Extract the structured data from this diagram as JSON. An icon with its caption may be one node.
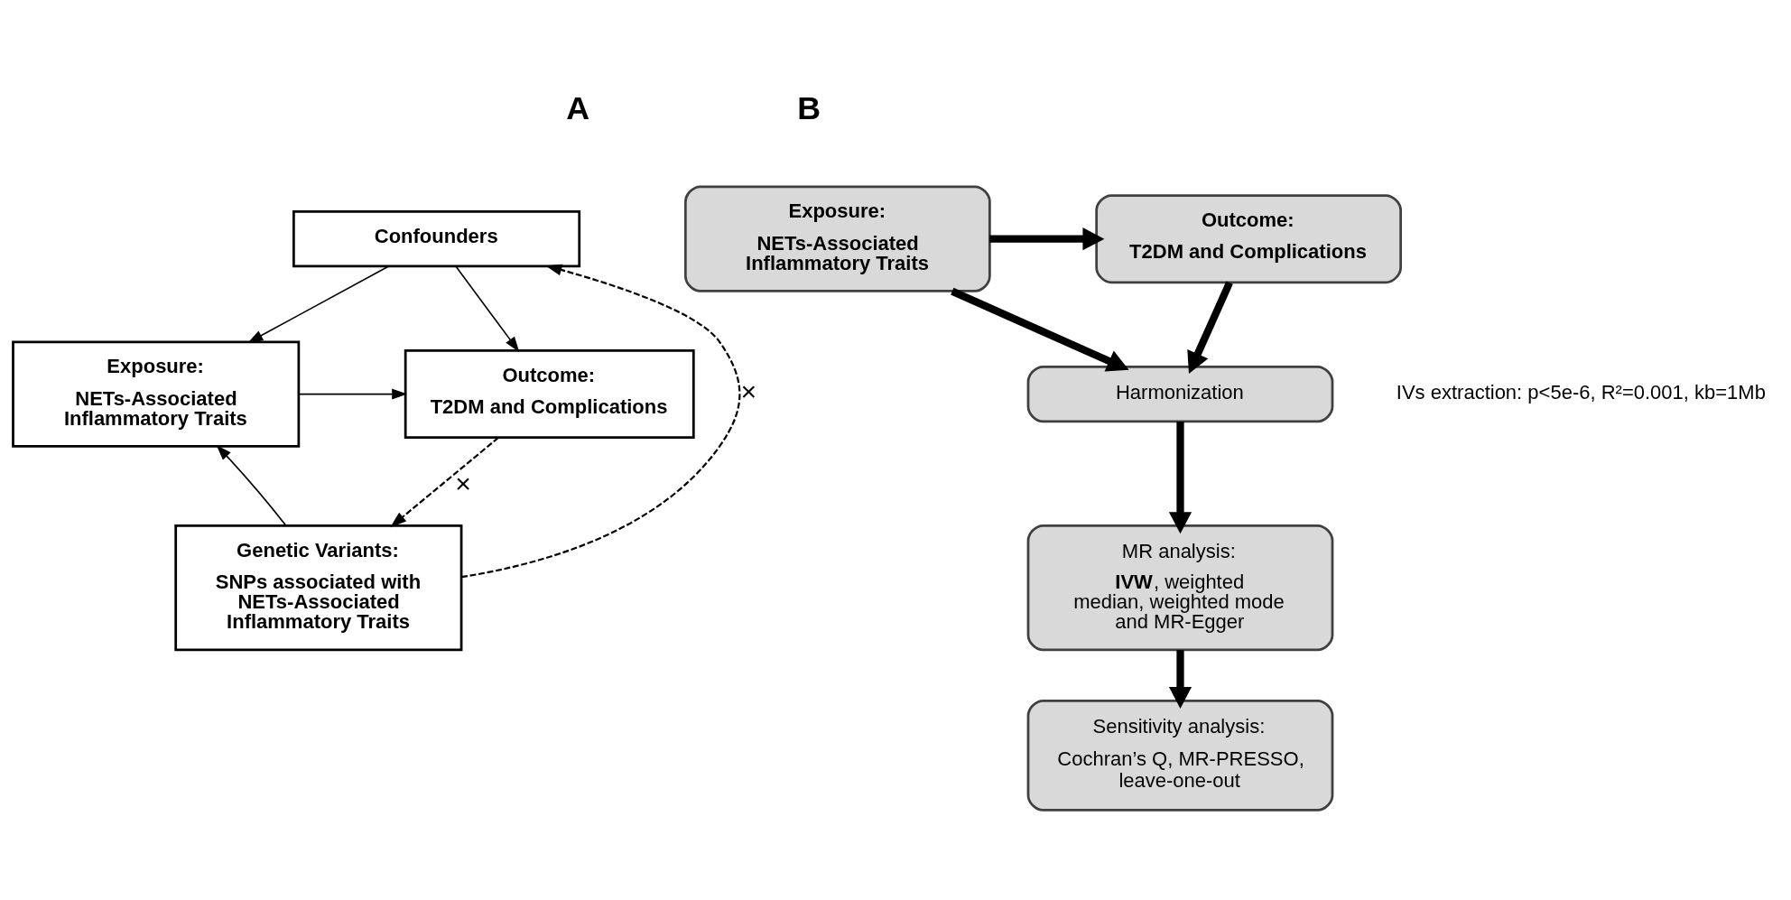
{
  "diagram": {
    "nodes": [
      {
        "text": [
          "Confounders"
        ]
      },
      {
        "text": [
          "Exposure:",
          "NETs-Associated Inflammatory Traits"
        ]
      },
      {
        "text": [
          "Outcome:",
          "T2DM and Complications"
        ]
      },
      {
        "text": [
          "Genetic Variants:",
          "SNPs associated with NETs-Associated Inflammatory Traits"
        ]
      },
      {
        "text": [
          "Exposure:",
          "NETs-Associated Inflammatory Traits"
        ]
      },
      {
        "text": [
          "Outcome:",
          "T2DM and Complications"
        ]
      },
      {
        "text": [
          "Harmonization"
        ]
      },
      {
        "text": [
          "MR analysis:",
          "**IVW**, weighted median, weighted mode and MR-Egger"
        ]
      },
      {
        "text": [
          "Sensitivity analysis:",
          "Cochran’s Q, MR-PRESSO, leave-one-out"
        ]
      }
    ],
    "edges": [
      {
        "from": 0,
        "to": 1,
        "arrow": "to"
      },
      {
        "from": 0,
        "to": 2,
        "arrow": "to"
      },
      {
        "from": 1,
        "to": 2,
        "arrow": "to"
      },
      {
        "from": 3,
        "to": 1,
        "arrow": "to"
      },
      {
        "from": 2,
        "to": 3,
        "arrow": "to",
        "style": "dashed",
        "label": "×"
      },
      {
        "from": 3,
        "to": 0,
        "arrow": "to",
        "style": "dashed",
        "label": "×"
      },
      {
        "from": 4,
        "to": 5,
        "arrow": "to",
        "style": "thick"
      },
      {
        "from": 4,
        "to": 6,
        "arrow": "to",
        "style": "thick"
      },
      {
        "from": 5,
        "to": 6,
        "arrow": "to",
        "style": "thick"
      },
      {
        "from": 6,
        "to": 7,
        "arrow": "to",
        "style": "thick"
      },
      {
        "from": 7,
        "to": 8,
        "arrow": "to",
        "style": "thick"
      }
    ],
    "labels": [
      "A",
      "B",
      "IVs extraction: p<5e-6, R²=0.001, kb=1Mb"
    ]
  }
}
